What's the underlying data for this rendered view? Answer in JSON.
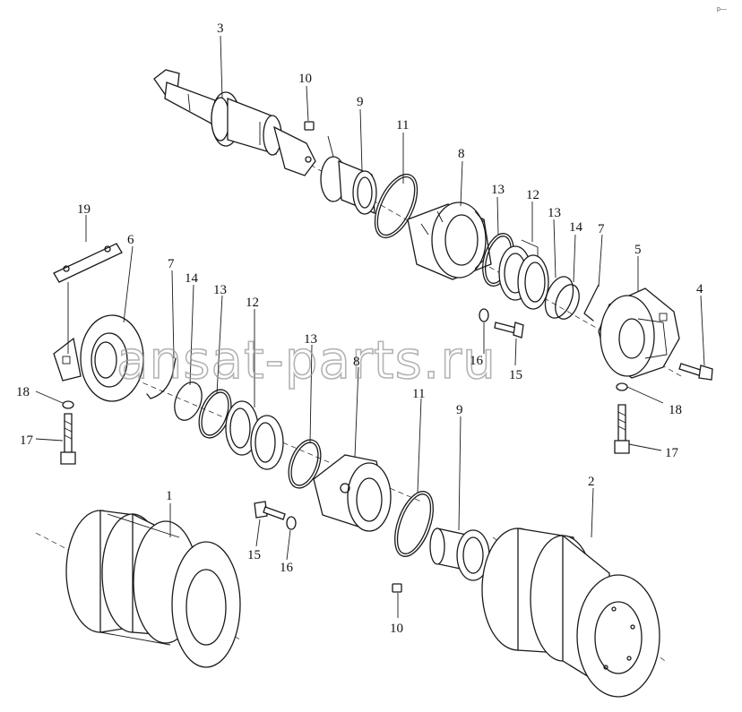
{
  "watermark": "ansat-parts.ru",
  "corner_mark": "p—",
  "labels": {
    "l1": "1",
    "l2": "2",
    "l3": "3",
    "l4": "4",
    "l5": "5",
    "l6": "6",
    "l7a": "7",
    "l7b": "7",
    "l8a": "8",
    "l8b": "8",
    "l9a": "9",
    "l9b": "9",
    "l10a": "10",
    "l10b": "10",
    "l11a": "11",
    "l11b": "11",
    "l12a": "12",
    "l12b": "12",
    "l13a": "13",
    "l13b": "13",
    "l13c": "13",
    "l13d": "13",
    "l14a": "14",
    "l14b": "14",
    "l15a": "15",
    "l15b": "15",
    "l16a": "16",
    "l16b": "16",
    "l17a": "17",
    "l17b": "17",
    "l18a": "18",
    "l18b": "18",
    "l19": "19"
  }
}
